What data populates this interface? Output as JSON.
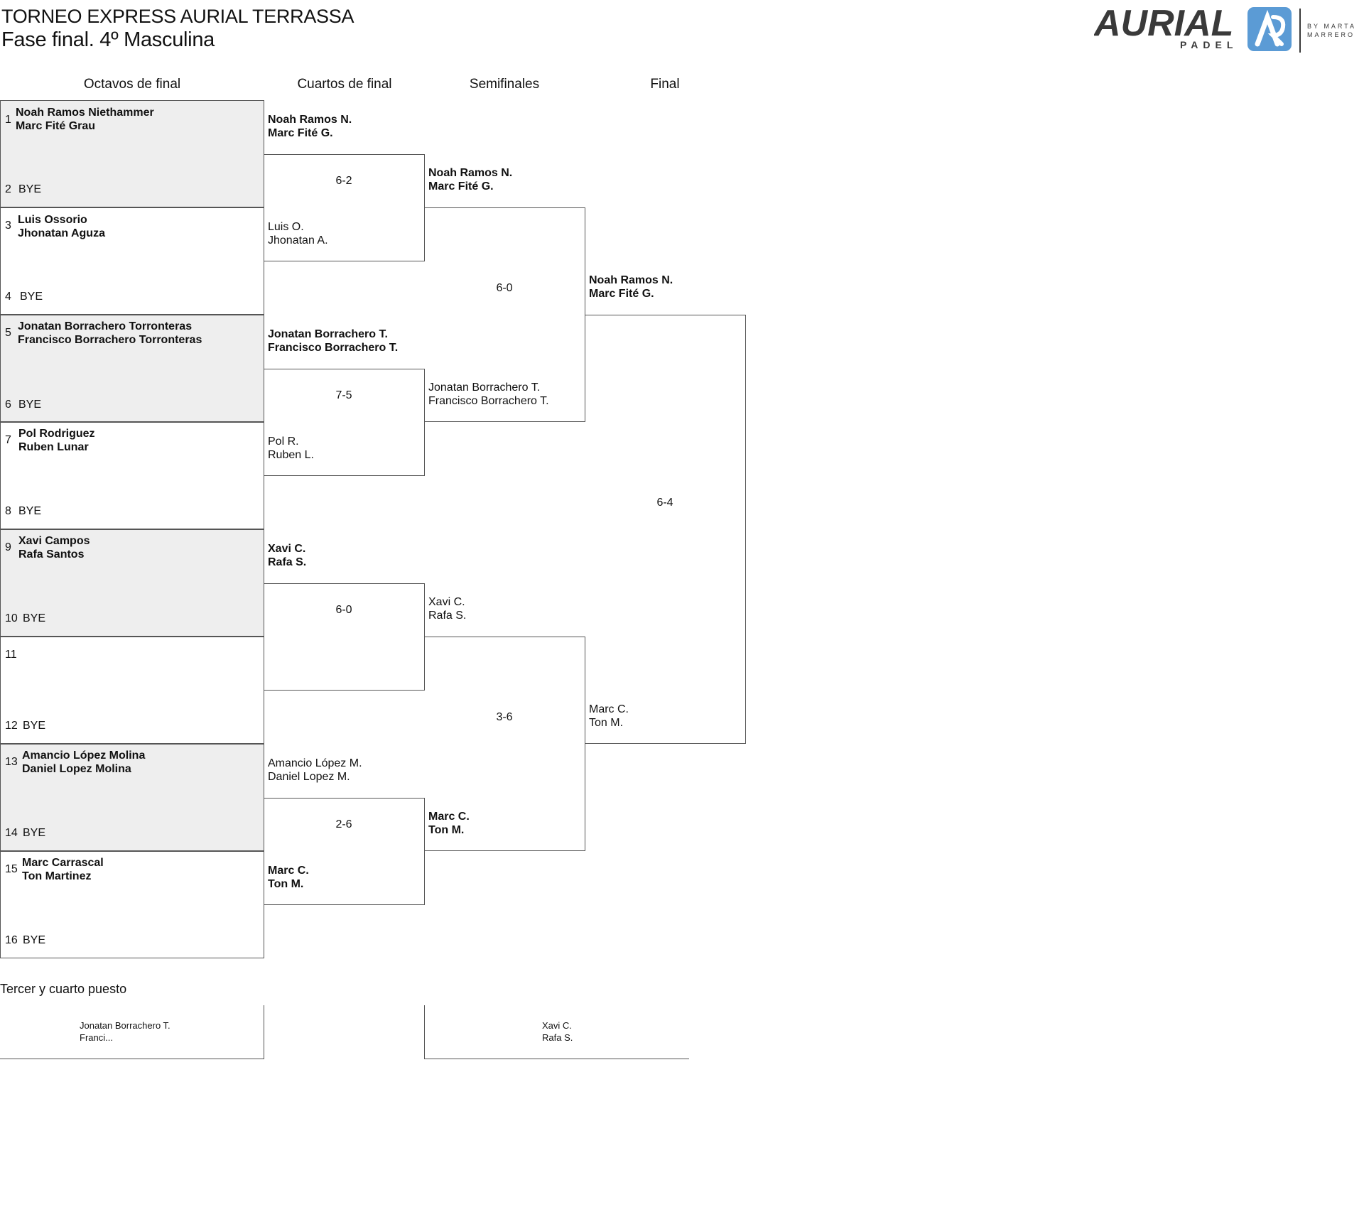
{
  "header": {
    "title": "TORNEO EXPRESS AURIAL TERRASSA",
    "subtitle": "Fase final. 4º Masculina"
  },
  "logo": {
    "brand": "AURIAL",
    "sub": "PADEL",
    "by": "BY MARTA",
    "surname": "MARRERO",
    "accent_color": "#5b9bd5"
  },
  "rounds": [
    "Octavos de final",
    "Cuartos de final",
    "Semifinales",
    "Final"
  ],
  "r16": [
    {
      "seed_a": "1",
      "team_a": [
        "Noah Ramos Niethammer",
        "Marc Fité Grau"
      ],
      "seed_b": "2",
      "bye": "BYE"
    },
    {
      "seed_a": "3",
      "team_a": [
        "Luis Ossorio",
        "Jhonatan Aguza"
      ],
      "seed_b": "4",
      "bye": "BYE"
    },
    {
      "seed_a": "5",
      "team_a": [
        "Jonatan Borrachero Torronteras",
        "Francisco Borrachero Torronteras"
      ],
      "seed_b": "6",
      "bye": "BYE"
    },
    {
      "seed_a": "7",
      "team_a": [
        "Pol Rodriguez",
        "Ruben Lunar"
      ],
      "seed_b": "8",
      "bye": "BYE"
    },
    {
      "seed_a": "9",
      "team_a": [
        "Xavi Campos",
        "Rafa Santos"
      ],
      "seed_b": "10",
      "bye": "BYE"
    },
    {
      "seed_a": "11",
      "team_a": [
        "",
        ""
      ],
      "seed_b": "12",
      "bye": "BYE"
    },
    {
      "seed_a": "13",
      "team_a": [
        "Amancio López Molina",
        "Daniel Lopez Molina"
      ],
      "seed_b": "14",
      "bye": "BYE"
    },
    {
      "seed_a": "15",
      "team_a": [
        "Marc Carrascal",
        "Ton Martinez"
      ],
      "seed_b": "16",
      "bye": "BYE"
    }
  ],
  "qf": [
    {
      "top": [
        "Noah Ramos N.",
        "Marc Fité G."
      ],
      "bottom": [
        "Luis O.",
        "Jhonatan A."
      ],
      "score": "6-2"
    },
    {
      "top": [
        "Jonatan Borrachero T.",
        "Francisco Borrachero T."
      ],
      "bottom": [
        "Pol R.",
        "Ruben L."
      ],
      "score": "7-5"
    },
    {
      "top": [
        "Xavi C.",
        "Rafa S."
      ],
      "bottom": [
        "",
        ""
      ],
      "score": "6-0"
    },
    {
      "top": [
        "Amancio López M.",
        "Daniel Lopez M."
      ],
      "bottom": [
        "Marc C.",
        "Ton M."
      ],
      "score": "2-6"
    }
  ],
  "sf": [
    {
      "top": [
        "Noah Ramos N.",
        "Marc Fité G."
      ],
      "bottom": [
        "Jonatan Borrachero T.",
        "Francisco Borrachero T."
      ],
      "score": "6-0"
    },
    {
      "top": [
        "Xavi C.",
        "Rafa S."
      ],
      "bottom": [
        "Marc C.",
        "Ton M."
      ],
      "score": "3-6"
    }
  ],
  "final": {
    "top": [
      "Noah Ramos N.",
      "Marc Fité G."
    ],
    "bottom": [
      "Marc C.",
      "Ton M."
    ],
    "score": "6-4"
  },
  "third_place": {
    "title": "Tercer y cuarto puesto",
    "team_a": [
      "Jonatan Borrachero T.",
      "Franci..."
    ],
    "team_b": [
      "Xavi C.",
      "Rafa S."
    ]
  }
}
